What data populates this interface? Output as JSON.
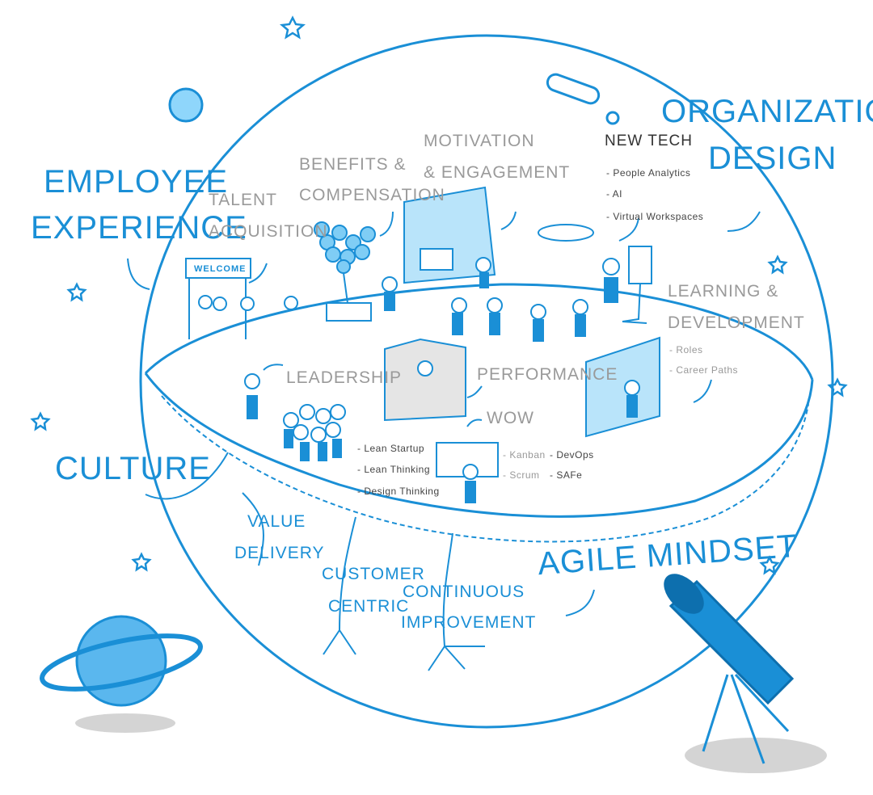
{
  "labels": {
    "employee_experience": [
      "EMPLOYEE",
      "EXPERIENCE"
    ],
    "organization_design": [
      "ORGANIZATION",
      "DESIGN"
    ],
    "culture": "CULTURE",
    "agile_mindset": "AGILE MINDSET",
    "talent_acquisition": [
      "TALENT",
      "ACQUISITION"
    ],
    "benefits_compensation": [
      "BENEFITS &",
      "COMPENSATION"
    ],
    "motivation_engagement": [
      "MOTIVATION",
      "& ENGAGEMENT"
    ],
    "new_tech": "NEW TECH",
    "new_tech_items": [
      "- People Analytics",
      "- AI",
      "- Virtual Workspaces"
    ],
    "learning_development": [
      "LEARNING &",
      "DEVELOPMENT"
    ],
    "learning_items": [
      "- Roles",
      "- Career Paths"
    ],
    "leadership": "LEADERSHIP",
    "performance": "PERFORMANCE",
    "wow": "WOW",
    "lean_items": [
      "- Lean Startup",
      "- Lean Thinking",
      "- Design Thinking"
    ],
    "wow_items_left": [
      "- Kanban",
      "- Scrum"
    ],
    "wow_items_right": [
      "- DevOps",
      "- SAFe"
    ],
    "value_delivery": [
      "VALUE",
      "DELIVERY"
    ],
    "customer_centric": [
      "CUSTOMER",
      "CENTRIC"
    ],
    "continuous_improvement": [
      "CONTINUOUS",
      "IMPROVEMENT"
    ],
    "welcome_sign": "WELCOME"
  },
  "colors": {
    "blue": "#1a8fd6",
    "light_blue": "#7fcdf5",
    "gray_text": "#9a9a9a",
    "dark_text": "#333333"
  }
}
